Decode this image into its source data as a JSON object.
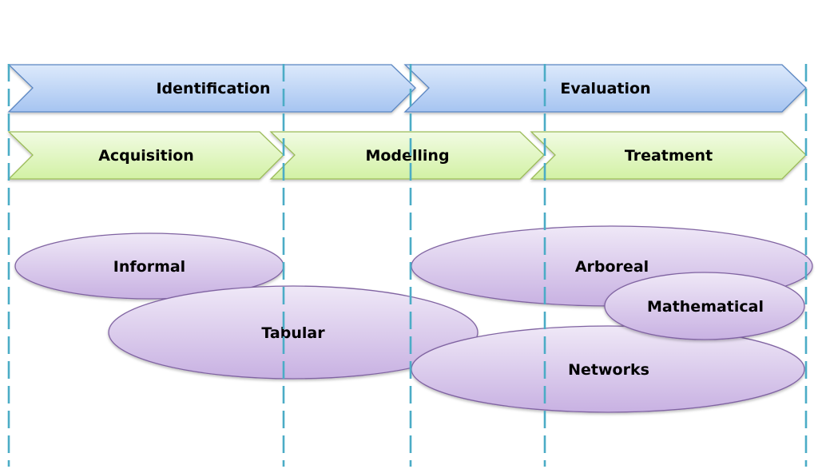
{
  "phases_top": [
    {
      "label": "Identification",
      "color": "blue"
    },
    {
      "label": "Evaluation",
      "color": "blue"
    }
  ],
  "phases_bottom": [
    {
      "label": "Acquisition",
      "color": "green"
    },
    {
      "label": "Modelling",
      "color": "green"
    },
    {
      "label": "Treatment",
      "color": "green"
    }
  ],
  "categories": [
    {
      "label": "Informal"
    },
    {
      "label": "Tabular"
    },
    {
      "label": "Arboreal"
    },
    {
      "label": "Networks"
    },
    {
      "label": "Mathematical"
    }
  ],
  "colors": {
    "blue_fill_top": "#dbe8fb",
    "blue_fill_bottom": "#a8c6f2",
    "blue_stroke": "#4f81bd",
    "green_fill_top": "#f0fbe0",
    "green_fill_bottom": "#d4f2a8",
    "green_stroke": "#9bbb59",
    "ellipse_fill_top": "#eee6f6",
    "ellipse_fill_bottom": "#c9b3e3",
    "ellipse_stroke": "#7f5ea8",
    "divider": "#4bacc6"
  }
}
